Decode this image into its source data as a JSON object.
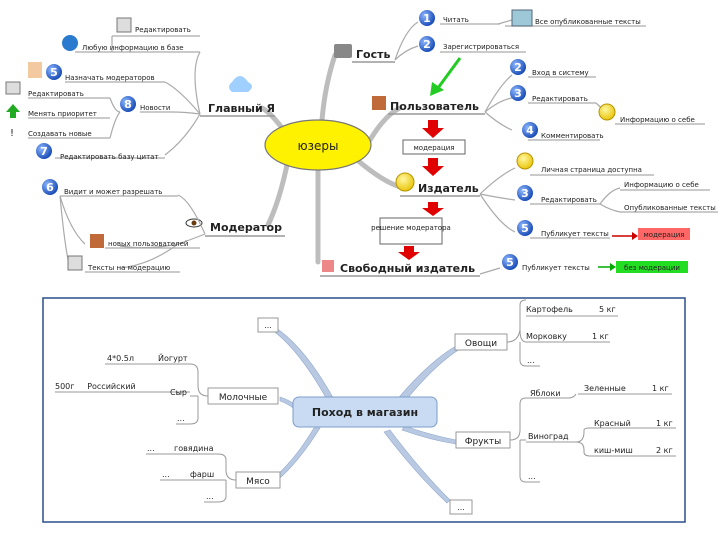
{
  "top": {
    "center": "юзеры",
    "nodes": {
      "guest": "Гость",
      "user": "Пользователь",
      "publisher": "Издатель",
      "free_publisher": "Свободный издатель",
      "main": "Главный Я",
      "moderator": "Модератор"
    },
    "guest_items": [
      "Читать",
      "Зарегистрироваться"
    ],
    "guest_leaf": "Все опубликованные тексты",
    "user_items": [
      "Вход в систему",
      "Редактировать",
      "Комментировать"
    ],
    "user_leaf": "Информацию о себе",
    "moderation_label": "модерация",
    "publisher_items": [
      "Личная страница доступна",
      "Редактировать",
      "Публикует тексты"
    ],
    "publisher_sub": [
      "Информацию о себе",
      "Опубликованные тексты"
    ],
    "publisher_badge": "модерация",
    "decision_label": "решение модератора",
    "free_item": "Публикует тексты",
    "free_badge": "без модерации",
    "main_items": [
      "Редактировать",
      "Любую информацию в базе",
      "Назначать модераторов",
      "Редактировать",
      "Менять приоритет",
      "Создавать новые",
      "Новости",
      "Редактировать базу цитат"
    ],
    "moderator_items": [
      "Видит и может разрешать",
      "новых пользователей",
      "Тексты на модерацию"
    ],
    "badges": {
      "guest1": "1",
      "guest2": "2",
      "user2": "2",
      "user3": "3",
      "user4": "4",
      "pub3": "3",
      "pub5": "5",
      "free5": "5",
      "main5": "5",
      "main8": "8",
      "main7": "7",
      "mod6": "6"
    }
  },
  "bottom": {
    "center": "Поход в магазин",
    "empty_top": "...",
    "empty_bottom": "...",
    "vegetables": {
      "label": "Овощи",
      "items": [
        {
          "name": "Картофель",
          "qty": "5 кг"
        },
        {
          "name": "Морковку",
          "qty": "1 кг"
        },
        {
          "name": "...",
          "qty": ""
        }
      ]
    },
    "fruits": {
      "label": "Фрукты",
      "apples": "Яблоки",
      "apples_sub": {
        "name": "Зеленные",
        "qty": "1 кг"
      },
      "grapes": "Виноград",
      "grapes_sub": [
        {
          "name": "Красный",
          "qty": "1 кг"
        },
        {
          "name": "киш-миш",
          "qty": "2 кг"
        }
      ],
      "more": "..."
    },
    "dairy": {
      "label": "Молочные",
      "items": [
        {
          "name": "Йогурт",
          "detail": "4*0.5л"
        },
        {
          "name": "Сыр",
          "detail": "500г     Российский"
        },
        {
          "name": "...",
          "detail": ""
        }
      ]
    },
    "meat": {
      "label": "Мясо",
      "items": [
        {
          "name": "говядина",
          "detail": "..."
        },
        {
          "name": "фарш",
          "detail": "..."
        },
        {
          "name": "...",
          "detail": ""
        }
      ]
    }
  }
}
